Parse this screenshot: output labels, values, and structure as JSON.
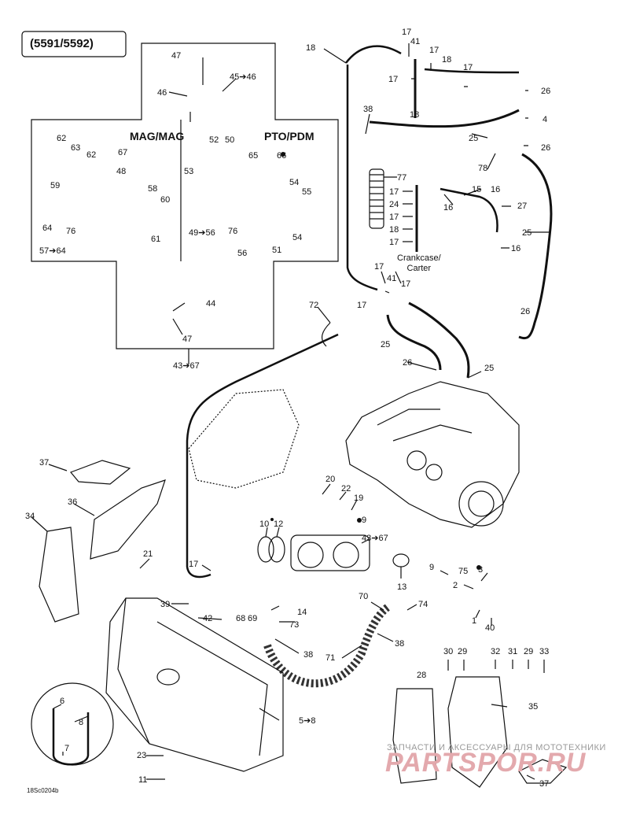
{
  "title": "(5591/5592)",
  "section_headers": {
    "mag": "MAG/MAG",
    "pto": "PTO/PDM"
  },
  "note": "Crankcase/\nCarter",
  "diagram_code": "18Sc0204b",
  "watermark": {
    "line1": "ЗАПЧАСТИ И АКСЕССУАРЫ ДЛЯ МОТОТЕХНИКИ",
    "line2": "PARTSPOR.RU"
  },
  "callouts": [
    {
      "id": "c47a",
      "text": "47"
    },
    {
      "id": "c4546",
      "text": "45➔46"
    },
    {
      "id": "c46",
      "text": "46"
    },
    {
      "id": "c62a",
      "text": "62"
    },
    {
      "id": "c63",
      "text": "63"
    },
    {
      "id": "c62b",
      "text": "62"
    },
    {
      "id": "c67",
      "text": "67"
    },
    {
      "id": "c48",
      "text": "48"
    },
    {
      "id": "c59",
      "text": "59"
    },
    {
      "id": "c58",
      "text": "58"
    },
    {
      "id": "c60",
      "text": "60"
    },
    {
      "id": "c64",
      "text": "64"
    },
    {
      "id": "c76a",
      "text": "76"
    },
    {
      "id": "c61",
      "text": "61"
    },
    {
      "id": "c5764",
      "text": "57➔64"
    },
    {
      "id": "c52",
      "text": "52"
    },
    {
      "id": "c50",
      "text": "50"
    },
    {
      "id": "c65",
      "text": "65"
    },
    {
      "id": "c66",
      "text": "66"
    },
    {
      "id": "c53",
      "text": "53"
    },
    {
      "id": "c54a",
      "text": "54"
    },
    {
      "id": "c55",
      "text": "55"
    },
    {
      "id": "c4956",
      "text": "49➔56"
    },
    {
      "id": "c76b",
      "text": "76"
    },
    {
      "id": "c54b",
      "text": "54"
    },
    {
      "id": "c56",
      "text": "56"
    },
    {
      "id": "c51",
      "text": "51"
    },
    {
      "id": "c44",
      "text": "44"
    },
    {
      "id": "c47b",
      "text": "47"
    },
    {
      "id": "c4367a",
      "text": "43➔67"
    },
    {
      "id": "c18a",
      "text": "18"
    },
    {
      "id": "c17a",
      "text": "17"
    },
    {
      "id": "c41a",
      "text": "41"
    },
    {
      "id": "c17b",
      "text": "17"
    },
    {
      "id": "c18b",
      "text": "18"
    },
    {
      "id": "c17c",
      "text": "17"
    },
    {
      "id": "c17d",
      "text": "17"
    },
    {
      "id": "c26a",
      "text": "26"
    },
    {
      "id": "c4",
      "text": "4"
    },
    {
      "id": "c18c",
      "text": "18"
    },
    {
      "id": "c38a",
      "text": "38"
    },
    {
      "id": "c25a",
      "text": "25"
    },
    {
      "id": "c26b",
      "text": "26"
    },
    {
      "id": "c78",
      "text": "78"
    },
    {
      "id": "c77",
      "text": "77"
    },
    {
      "id": "c17e",
      "text": "17"
    },
    {
      "id": "c24",
      "text": "24"
    },
    {
      "id": "c17f",
      "text": "17"
    },
    {
      "id": "c18d",
      "text": "18"
    },
    {
      "id": "c17g",
      "text": "17"
    },
    {
      "id": "c15",
      "text": "15"
    },
    {
      "id": "c16a",
      "text": "16"
    },
    {
      "id": "c16b",
      "text": "16"
    },
    {
      "id": "c27",
      "text": "27"
    },
    {
      "id": "c25b",
      "text": "25"
    },
    {
      "id": "c16c",
      "text": "16"
    },
    {
      "id": "c17h",
      "text": "17"
    },
    {
      "id": "c41b",
      "text": "41"
    },
    {
      "id": "c17i",
      "text": "17"
    },
    {
      "id": "c17j",
      "text": "17"
    },
    {
      "id": "c72",
      "text": "72"
    },
    {
      "id": "c26c",
      "text": "26"
    },
    {
      "id": "c25c",
      "text": "25"
    },
    {
      "id": "c26d",
      "text": "26"
    },
    {
      "id": "c25d",
      "text": "25"
    },
    {
      "id": "c37a",
      "text": "37"
    },
    {
      "id": "c36",
      "text": "36"
    },
    {
      "id": "c34",
      "text": "34"
    },
    {
      "id": "c20",
      "text": "20"
    },
    {
      "id": "c22",
      "text": "22"
    },
    {
      "id": "c19",
      "text": "19"
    },
    {
      "id": "c9a",
      "text": "9"
    },
    {
      "id": "c10",
      "text": "10"
    },
    {
      "id": "c12",
      "text": "12"
    },
    {
      "id": "c4367b",
      "text": "43➔67"
    },
    {
      "id": "c21",
      "text": "21"
    },
    {
      "id": "c17k",
      "text": "17"
    },
    {
      "id": "c13",
      "text": "13"
    },
    {
      "id": "c9b",
      "text": "9"
    },
    {
      "id": "c75",
      "text": "75"
    },
    {
      "id": "c3",
      "text": "3"
    },
    {
      "id": "c2",
      "text": "2"
    },
    {
      "id": "c39",
      "text": "39"
    },
    {
      "id": "c14",
      "text": "14"
    },
    {
      "id": "c70",
      "text": "70"
    },
    {
      "id": "c74",
      "text": "74"
    },
    {
      "id": "c42",
      "text": "42"
    },
    {
      "id": "c68",
      "text": "68"
    },
    {
      "id": "c69",
      "text": "69"
    },
    {
      "id": "c73",
      "text": "73"
    },
    {
      "id": "c1",
      "text": "1"
    },
    {
      "id": "c40",
      "text": "40"
    },
    {
      "id": "c38b",
      "text": "38"
    },
    {
      "id": "c71",
      "text": "71"
    },
    {
      "id": "c38c",
      "text": "38"
    },
    {
      "id": "c30",
      "text": "30"
    },
    {
      "id": "c29a",
      "text": "29"
    },
    {
      "id": "c32",
      "text": "32"
    },
    {
      "id": "c31",
      "text": "31"
    },
    {
      "id": "c29b",
      "text": "29"
    },
    {
      "id": "c33",
      "text": "33"
    },
    {
      "id": "c6",
      "text": "6"
    },
    {
      "id": "c8",
      "text": "8"
    },
    {
      "id": "c28",
      "text": "28"
    },
    {
      "id": "c35",
      "text": "35"
    },
    {
      "id": "c58b",
      "text": "5➔8"
    },
    {
      "id": "c7",
      "text": "7"
    },
    {
      "id": "c23",
      "text": "23"
    },
    {
      "id": "c11",
      "text": "11"
    },
    {
      "id": "c37b",
      "text": "37"
    }
  ]
}
